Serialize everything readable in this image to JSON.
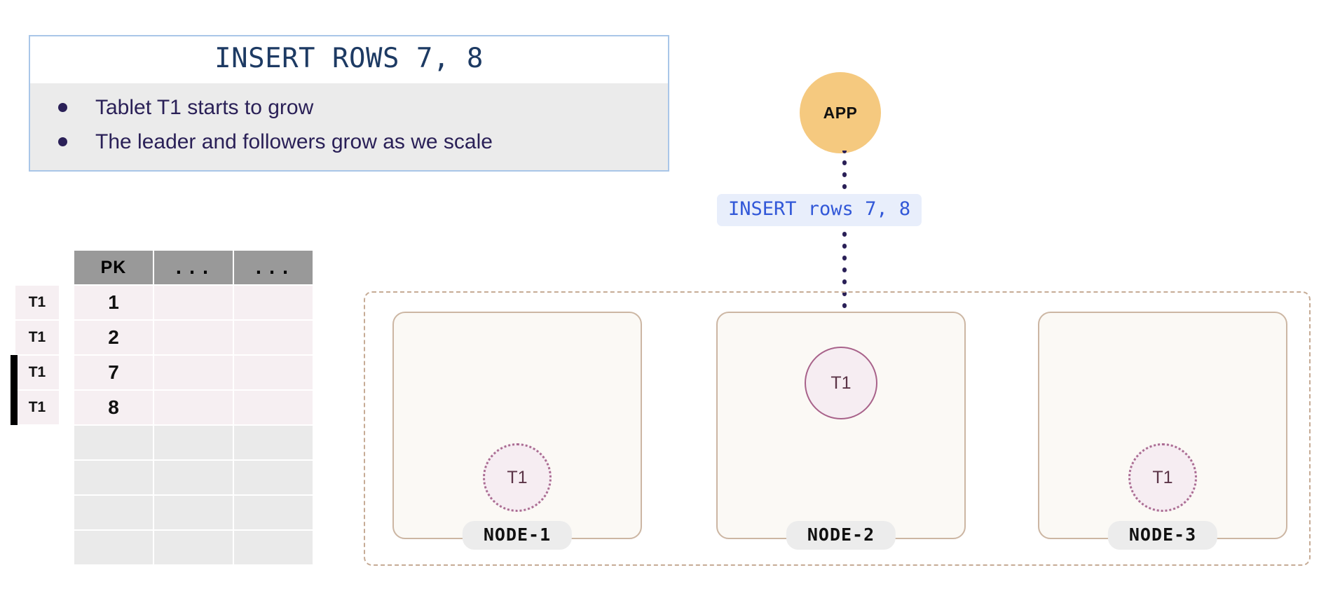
{
  "callout": {
    "title": "INSERT ROWS 7, 8",
    "bullets": [
      "Tablet T1 starts to grow",
      "The leader and followers grow as we scale"
    ],
    "border_color": "#a9c6e8",
    "body_bg": "#ebebeb",
    "title_color": "#1d3a63"
  },
  "table": {
    "headers": [
      "PK",
      "...",
      "..."
    ],
    "rows": [
      {
        "tag": "T1",
        "pk": "1",
        "marked": false,
        "filled": true
      },
      {
        "tag": "T1",
        "pk": "2",
        "marked": false,
        "filled": true
      },
      {
        "tag": "T1",
        "pk": "7",
        "marked": true,
        "filled": true
      },
      {
        "tag": "T1",
        "pk": "8",
        "marked": true,
        "filled": true
      },
      {
        "tag": "",
        "pk": "",
        "marked": false,
        "filled": false
      },
      {
        "tag": "",
        "pk": "",
        "marked": false,
        "filled": false
      },
      {
        "tag": "",
        "pk": "",
        "marked": false,
        "filled": false
      },
      {
        "tag": "",
        "pk": "",
        "marked": false,
        "filled": false
      }
    ],
    "header_bg": "#999999",
    "filled_row_bg": "#f6eff2",
    "empty_row_bg": "#eaeaea"
  },
  "app": {
    "label": "APP",
    "color": "#f5c97f"
  },
  "edge": {
    "label": "INSERT rows 7, 8",
    "label_bg": "#e8eefb",
    "label_color": "#3258d8",
    "line_color": "#2a2057"
  },
  "cluster": {
    "border_color": "#c6ab95",
    "nodes": [
      {
        "label": "NODE-1",
        "tablet": "T1",
        "role": "follower"
      },
      {
        "label": "NODE-2",
        "tablet": "T1",
        "role": "leader"
      },
      {
        "label": "NODE-3",
        "tablet": "T1",
        "role": "follower"
      }
    ],
    "tablet_fill": "#f6edf2",
    "leader_border": "#a8628a",
    "follower_border": "#ab6d93",
    "node_bg": "#fbf9f5",
    "node_border": "#ccb6a3"
  }
}
